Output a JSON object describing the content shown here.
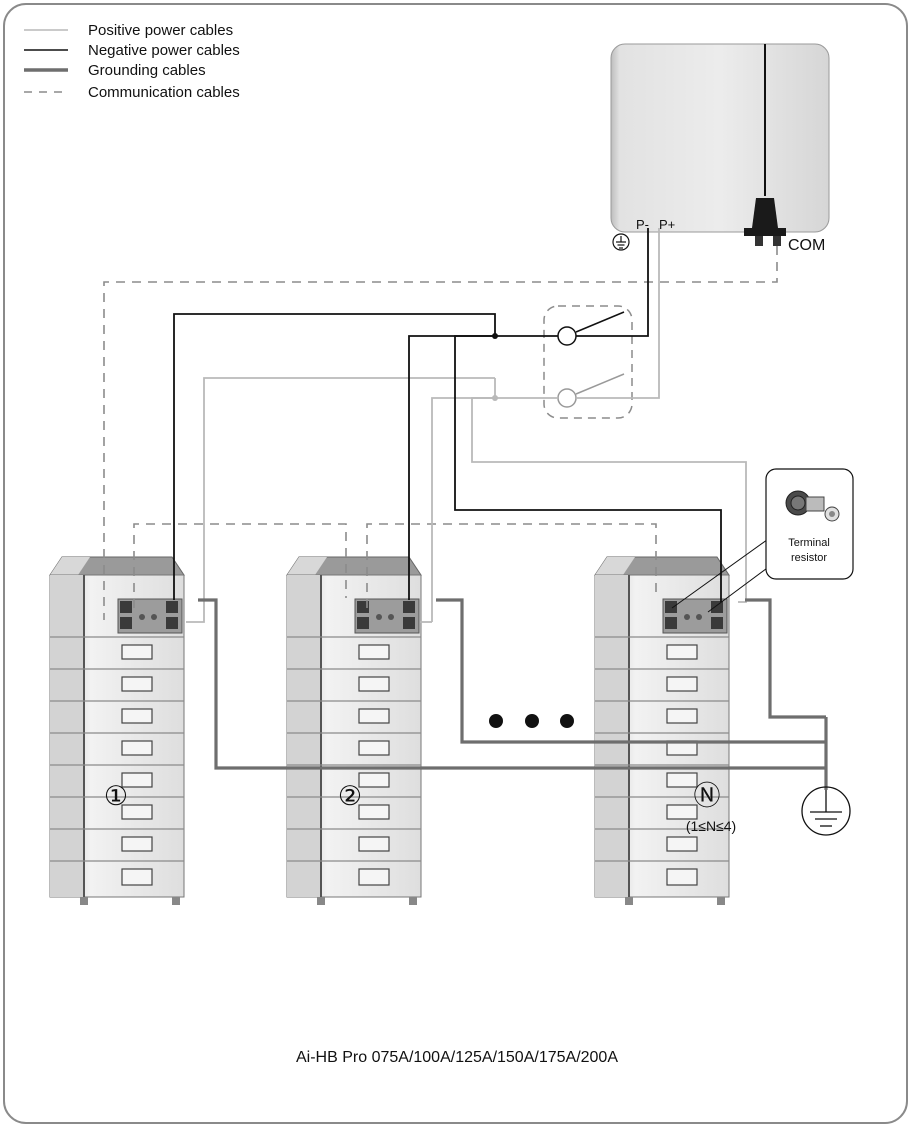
{
  "legend": {
    "positive": "Positive power cables",
    "negative": "Negative power cables",
    "grounding": "Grounding cables",
    "communication": "Communication cables"
  },
  "inverter": {
    "p_minus": "P-",
    "p_plus": "P+",
    "com": "COM"
  },
  "terminal_resistor": {
    "line1": "Terminal",
    "line2": "resistor"
  },
  "stacks": {
    "label_1": "①",
    "label_2": "②",
    "label_n": "Ⓝ",
    "n_range": "(1≤N≤4)"
  },
  "footer": {
    "model": "Ai-HB Pro 075A/100A/125A/150A/175A/200A"
  },
  "colors": {
    "positive": "#b9b9b9",
    "negative": "#111111",
    "grounding": "#6e6e6e",
    "communication": "#8c8c8c",
    "frame": "#8a8a8a"
  }
}
